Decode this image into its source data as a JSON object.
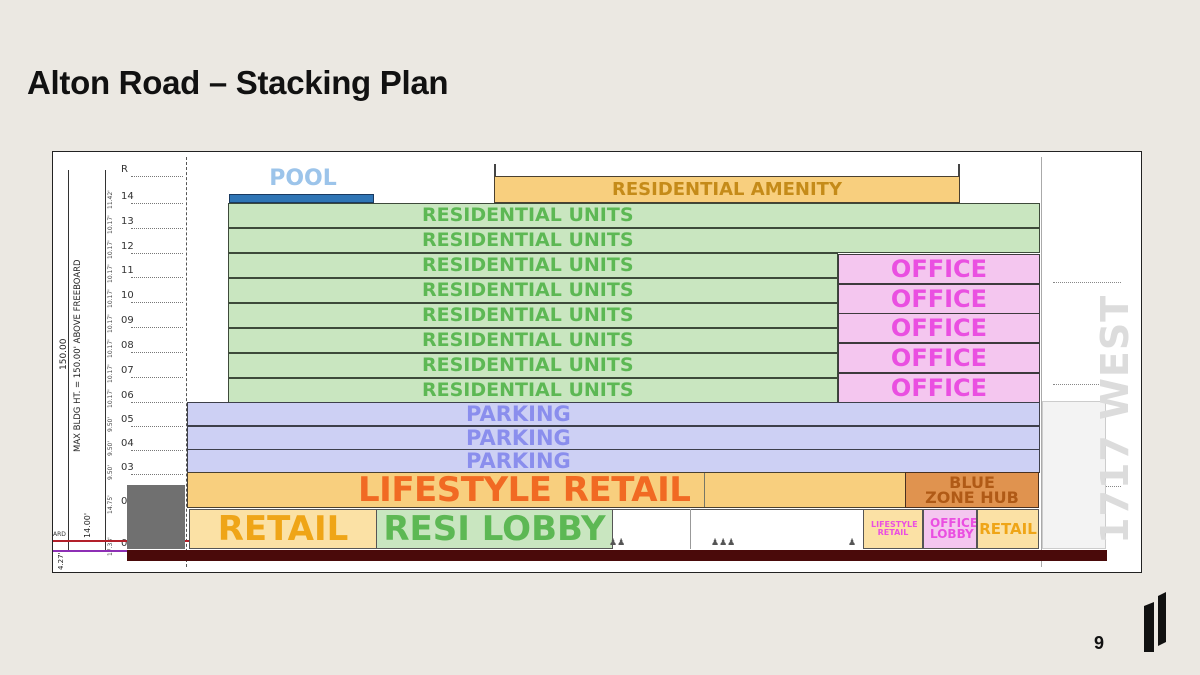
{
  "slide": {
    "title": "Alton Road – Stacking Plan",
    "page_number": "9",
    "logo_icon": "vertical-stripe-logo-icon"
  },
  "drawing": {
    "height_label": "150.00",
    "max_height_note": "MAX BLDG HT. = 150.00' ABOVE FREEBOARD",
    "floors": [
      {
        "level": "R",
        "height": ""
      },
      {
        "level": "14",
        "height": "11.42'"
      },
      {
        "level": "13",
        "height": "10.17'"
      },
      {
        "level": "12",
        "height": "10.17'"
      },
      {
        "level": "11",
        "height": "10.17'"
      },
      {
        "level": "10",
        "height": "10.17'"
      },
      {
        "level": "09",
        "height": "10.17'"
      },
      {
        "level": "08",
        "height": "10.17'"
      },
      {
        "level": "07",
        "height": "10.17'"
      },
      {
        "level": "06",
        "height": "10.17'"
      },
      {
        "level": "05",
        "height": "9.50'"
      },
      {
        "level": "04",
        "height": "9.50'"
      },
      {
        "level": "03",
        "height": "9.50'"
      },
      {
        "level": "02",
        "height": "14.75'"
      },
      {
        "level": "01",
        "height": "17.33'"
      }
    ],
    "left_dims": {
      "ground_dim": "14.00'",
      "ard_label": "ARD",
      "base_dim": "4.27'"
    },
    "neighbor_label": "1717 WEST",
    "blocks": {
      "pool": "POOL",
      "residential_amenity": "RESIDENTIAL AMENITY",
      "residential_units": "RESIDENTIAL UNITS",
      "office": "OFFICE",
      "parking": "PARKING",
      "lifestyle_retail": "LIFESTYLE RETAIL",
      "blue_zone_hub": "BLUE ZONE HUB",
      "retail_left": "RETAIL",
      "resi_lobby": "RESI LOBBY",
      "lifestyle_retail_small": "LIFESTYLE RETAIL",
      "office_lobby": "OFFICE LOBBY",
      "retail_right": "RETAIL"
    },
    "colors": {
      "residential": "#c9e6c0",
      "office": "#f4c6ef",
      "parking": "#cdd0f4",
      "retail": "#f8cf7e",
      "pool": "#2f75b5",
      "foundation": "#4a0a0a"
    }
  }
}
